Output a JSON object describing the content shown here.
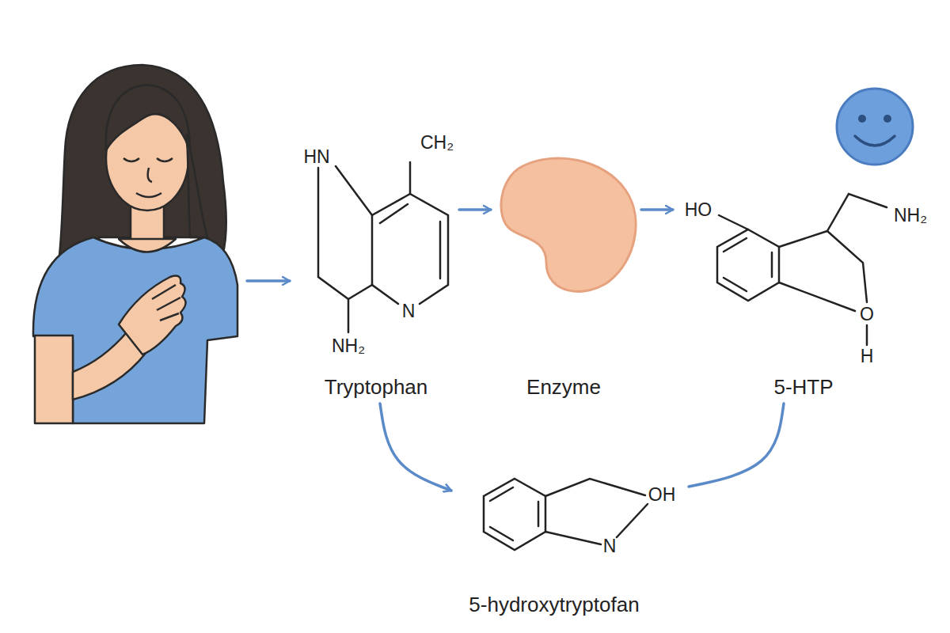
{
  "diagram": {
    "nodes": [
      {
        "text": [
          "CH₂",
          "HN",
          "N",
          "NH₂",
          "Tryptophan"
        ]
      },
      {
        "text": [
          "Enzyme"
        ]
      },
      {
        "text": [
          "HO",
          "NH₂",
          "O",
          "H",
          "5-HTP"
        ]
      },
      {
        "text": [
          "OH",
          "N",
          "5-hydroxytryptofan"
        ]
      }
    ],
    "edges": [
      {
        "from": 0,
        "to": 1,
        "arrow": "to"
      },
      {
        "from": 1,
        "to": 2,
        "arrow": "to"
      },
      {
        "from": 0,
        "to": 3,
        "arrow": "to"
      },
      {
        "from": 2,
        "to": 3,
        "arrow": "none"
      }
    ]
  }
}
